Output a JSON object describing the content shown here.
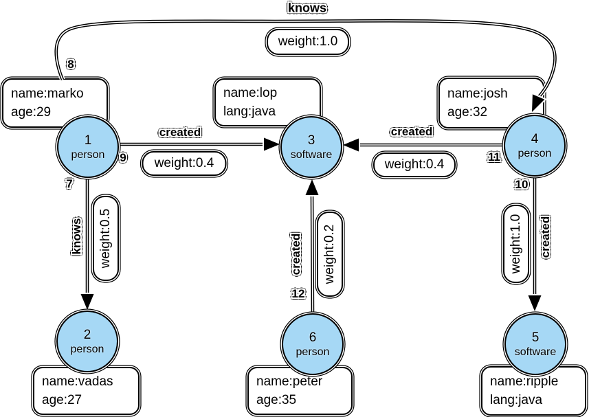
{
  "colors": {
    "node_fill": "#a6d8f5",
    "outline": "#000000",
    "box_fill": "#ffffff",
    "background": "#ffffff"
  },
  "nodes": [
    {
      "id": "1",
      "type": "person"
    },
    {
      "id": "2",
      "type": "person"
    },
    {
      "id": "3",
      "type": "software"
    },
    {
      "id": "4",
      "type": "person"
    },
    {
      "id": "5",
      "type": "software"
    },
    {
      "id": "6",
      "type": "person"
    }
  ],
  "property_boxes": [
    {
      "for_node": "1",
      "line1": "name:marko",
      "line2": "age:29"
    },
    {
      "for_node": "3",
      "line1": "name:lop",
      "line2": "lang:java"
    },
    {
      "for_node": "4",
      "line1": "name:josh",
      "line2": "age:32"
    },
    {
      "for_node": "2",
      "line1": "name:vadas",
      "line2": "age:27"
    },
    {
      "for_node": "6",
      "line1": "name:peter",
      "line2": "age:35"
    },
    {
      "for_node": "5",
      "line1": "name:ripple",
      "line2": "lang:java"
    }
  ],
  "edges": [
    {
      "id": "8",
      "from": "1",
      "to": "4",
      "label": "knows",
      "weight": "weight:1.0"
    },
    {
      "id": "9",
      "from": "1",
      "to": "3",
      "label": "created",
      "weight": "weight:0.4"
    },
    {
      "id": "7",
      "from": "1",
      "to": "2",
      "label": "knows",
      "weight": "weight:0.5"
    },
    {
      "id": "11",
      "from": "4",
      "to": "3",
      "label": "created",
      "weight": "weight:0.4"
    },
    {
      "id": "10",
      "from": "4",
      "to": "5",
      "label": "created",
      "weight": "weight:1.0"
    },
    {
      "id": "12",
      "from": "6",
      "to": "3",
      "label": "created",
      "weight": "weight:0.2"
    }
  ]
}
